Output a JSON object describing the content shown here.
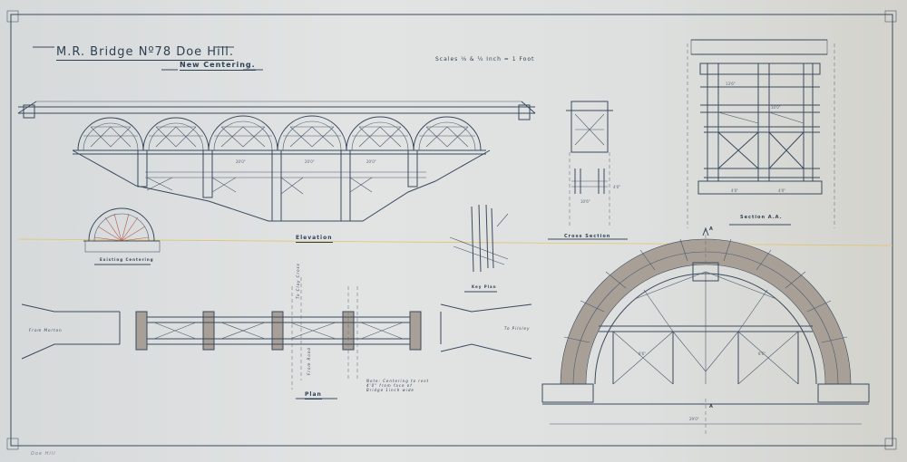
{
  "drawing": {
    "title": "M.R. Bridge Nº78 Doe Hill.",
    "subtitle": "New Centering.",
    "scales": "Scales ⅛ & ¼ Inch = 1 Foot",
    "views": {
      "elevation": "Elevation",
      "existing_centering": "Existing Centering",
      "plan": "Plan",
      "cross_section": "Cross Section",
      "key_plan": "Key Plan",
      "section_aa": "Section A.A."
    },
    "plan_notes": {
      "from": "From Morton",
      "to": "To Pilsley",
      "to_clay_cross": "To Clay Cross",
      "from_road": "From Road",
      "note": "Note: Centering to rest 4'0\" from face of Bridge 1inch wide"
    },
    "section_marks": {
      "a_top": "A",
      "a_bottom": "A"
    },
    "corner_note": "Doe Hill"
  },
  "colors": {
    "ink": "#3a4a5e",
    "paper": "#dfe2e2",
    "brick": "#a89f96",
    "datum_line": "#e3c46a"
  }
}
